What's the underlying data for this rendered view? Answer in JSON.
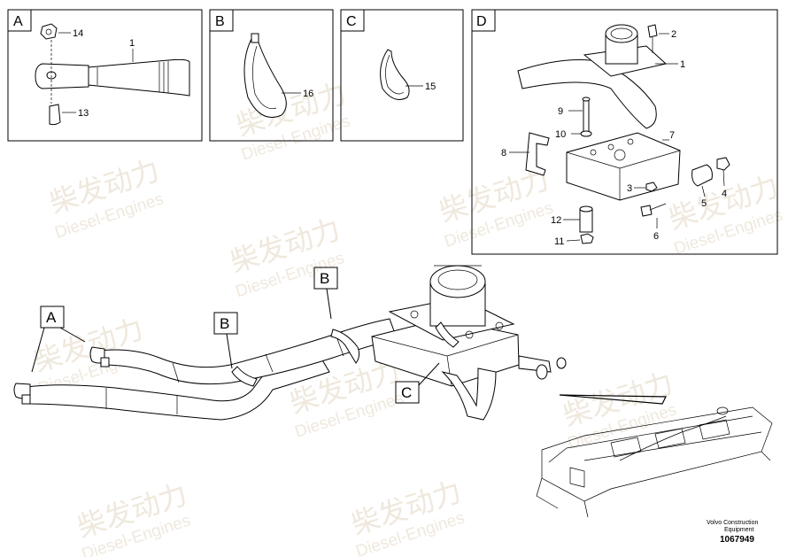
{
  "watermark": {
    "cn": "柴发动力",
    "en": "Diesel-Engines"
  },
  "panels": [
    {
      "id": "A",
      "callouts": [
        "14",
        "1",
        "13"
      ]
    },
    {
      "id": "B",
      "callouts": [
        "16"
      ]
    },
    {
      "id": "C",
      "callouts": [
        "15"
      ]
    },
    {
      "id": "D",
      "callouts": [
        "2",
        "1",
        "9",
        "10",
        "7",
        "8",
        "3",
        "5",
        "4",
        "12",
        "6",
        "11"
      ]
    }
  ],
  "main_view_labels": [
    "A",
    "B",
    "B",
    "C"
  ],
  "footer": {
    "line1": "Volvo Construction",
    "line2": "Equipment",
    "number": "1067949"
  }
}
